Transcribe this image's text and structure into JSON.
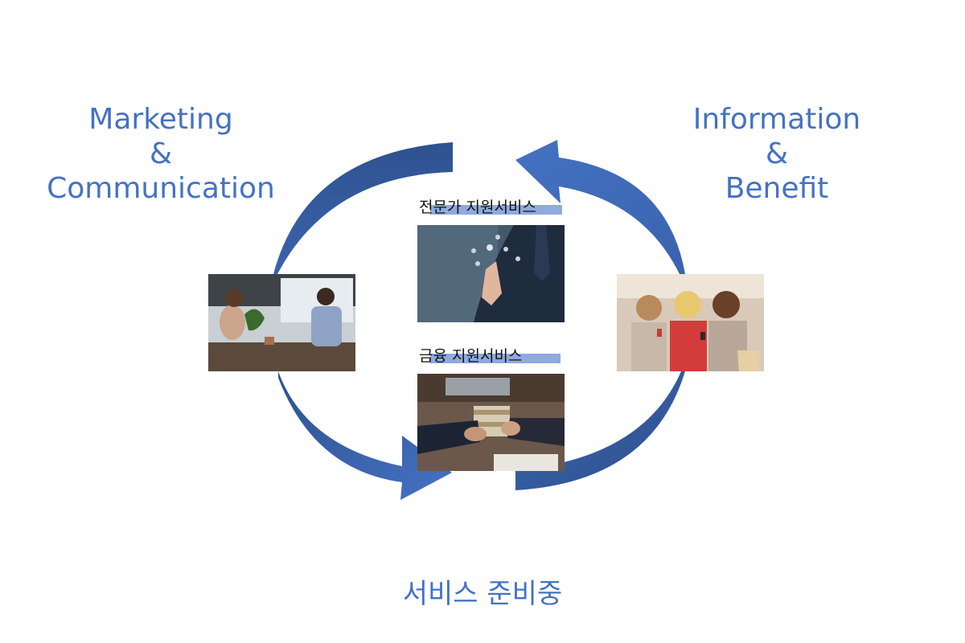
{
  "headings": {
    "left": [
      "Marketing",
      "&",
      "Communication"
    ],
    "right": [
      "Information",
      "&",
      "Benefit"
    ],
    "bottom": "서비스 준비중"
  },
  "services": {
    "expert": "전문가 지원서비스",
    "finance": "금융 지원서비스"
  },
  "colors": {
    "heading_text": "#4472c4",
    "arrow_light": "#4472c4",
    "arrow_dark": "#2f528f",
    "caption_highlight": "#8faadc"
  },
  "icons": {
    "cycle": "circular-arrows",
    "photos": [
      "cafe-payment-photo",
      "business-expert-photo",
      "money-handover-photo",
      "shopping-friends-photo"
    ]
  }
}
